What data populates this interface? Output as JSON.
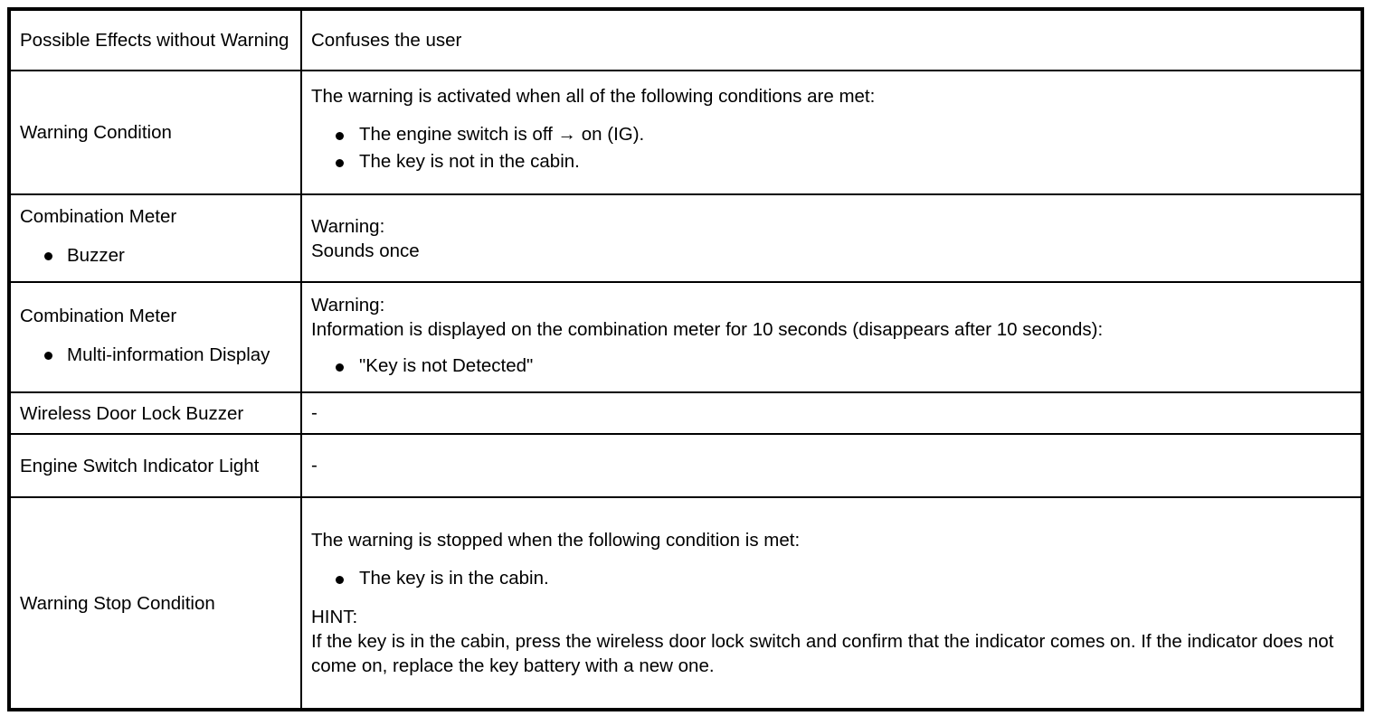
{
  "document": {
    "type": "specification-table",
    "title": "Warning specification table"
  },
  "table": {
    "rows": [
      {
        "label": "Possible Effects without Warning",
        "value_lines": [
          "Confuses the user"
        ],
        "bullets": []
      },
      {
        "label": "Warning Condition",
        "value_lines": [
          "The warning is activated when all of the following conditions are met:"
        ],
        "bullets": [
          "The engine switch is off → on (IG).",
          "The key is not in the cabin."
        ]
      },
      {
        "label": "Combination Meter",
        "label_bullets": [
          "Buzzer"
        ],
        "value_lines": [
          "Warning:",
          "Sounds once"
        ],
        "bullets": []
      },
      {
        "label": "Combination Meter",
        "label_bullets": [
          "Multi-information Display"
        ],
        "value_lines": [
          "Warning:",
          "Information is displayed on the combination meter for 10 seconds (disappears after 10 seconds):"
        ],
        "bullets": [
          "\"Key is not Detected\""
        ]
      },
      {
        "label": "Wireless Door Lock Buzzer",
        "value_lines": [
          "-"
        ],
        "bullets": []
      },
      {
        "label": "Engine Switch Indicator Light",
        "value_lines": [
          "-"
        ],
        "bullets": []
      },
      {
        "label": "Warning Stop Condition",
        "value_lines": [
          "The warning is stopped when the following condition is met:"
        ],
        "bullets": [
          "The key is in the cabin."
        ],
        "hint_heading": "HINT:",
        "hint_body": "If the key is in the cabin, press the wireless door lock switch and confirm that the indicator comes on. If the indicator does not come on, replace the key battery with a new one."
      }
    ]
  }
}
